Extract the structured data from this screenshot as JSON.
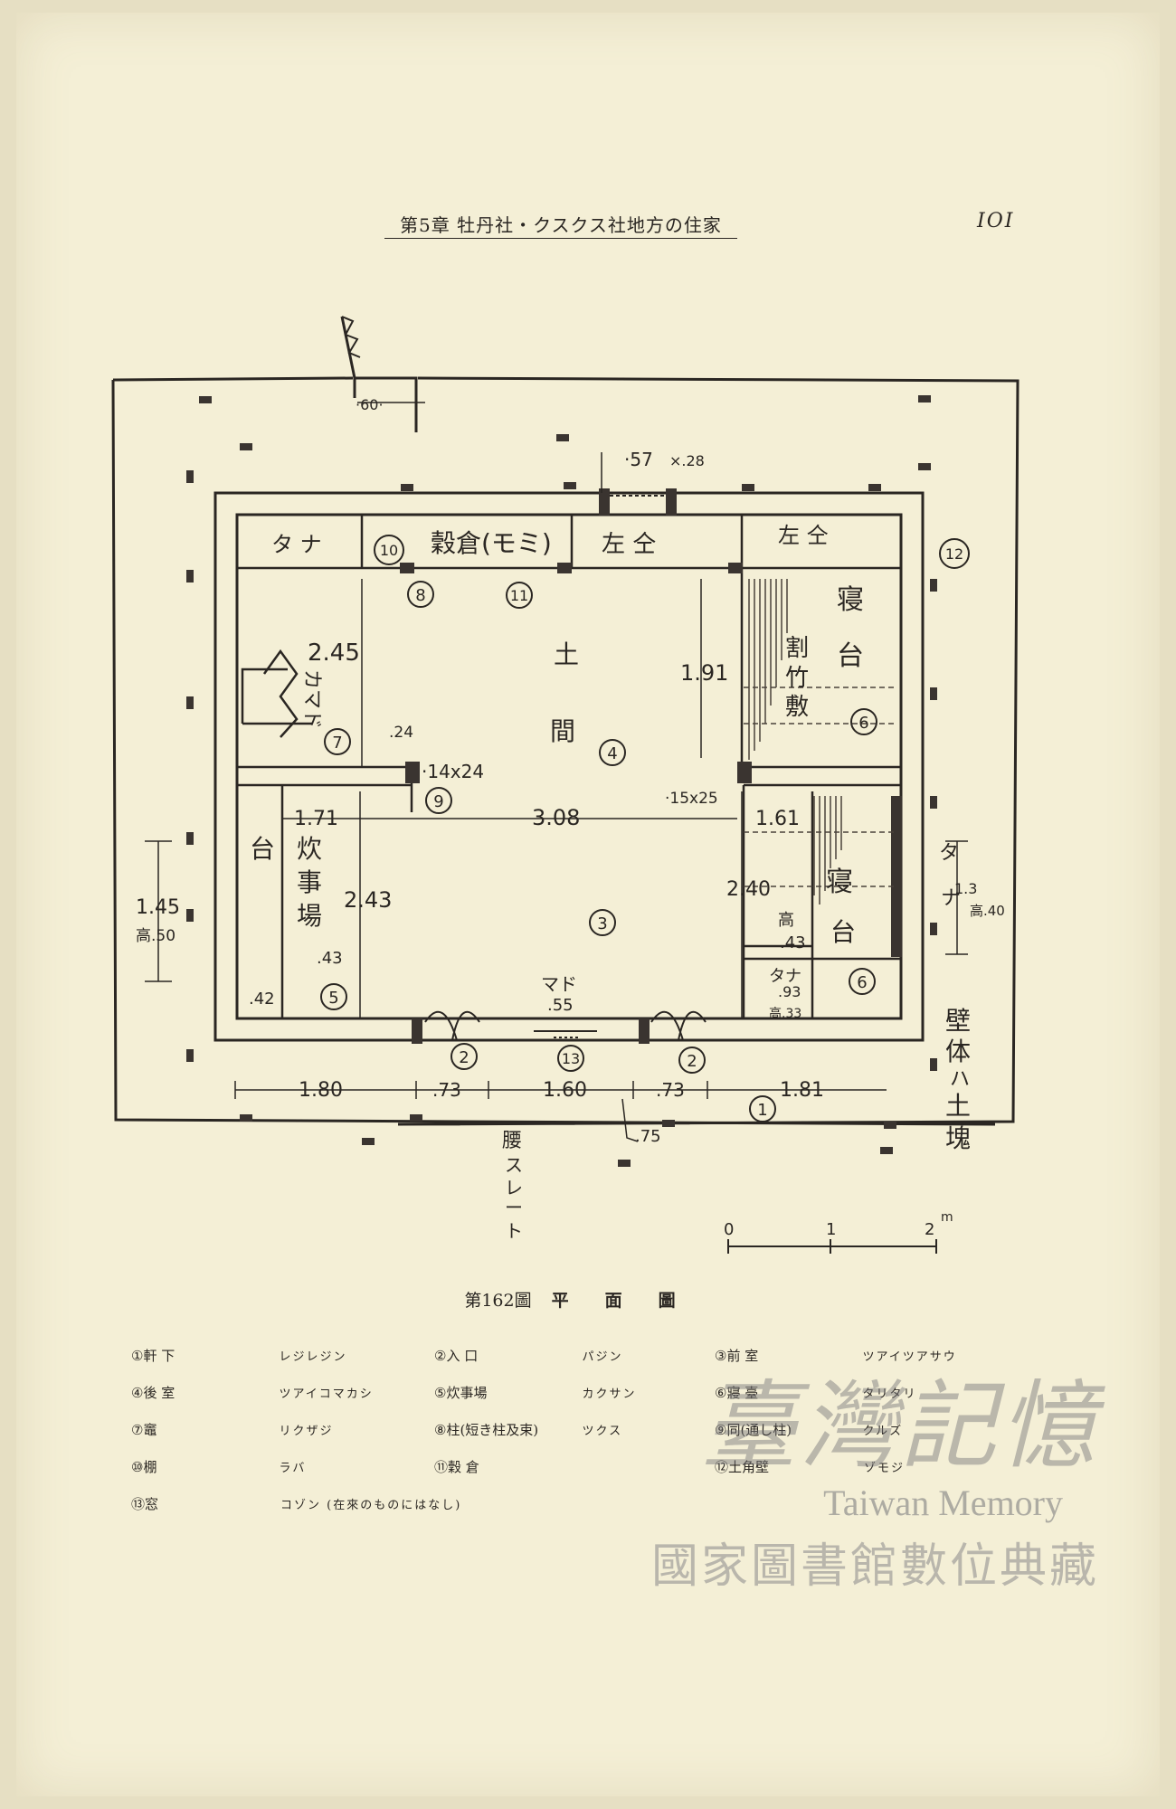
{
  "header": {
    "running_head": "第5章 牡丹社・クスクス社地方の住家",
    "page_number": "IOI"
  },
  "plan": {
    "dims": {
      "d60": "·60·",
      "d57": "·57",
      "d28": "×.28",
      "d245": "2.45",
      "d191": "1.91",
      "d24": ".24",
      "d14x24": "·14x24",
      "d15x25": "·15x25",
      "d171": "1.71",
      "d308": "3.08",
      "d161": "1.61",
      "d243": "2.43",
      "d240": "2.40",
      "d145": "1.45",
      "h50": "高.50",
      "d43": ".43",
      "d42": ".42",
      "d55": ".55",
      "h43a": "高",
      "h43b": ".43",
      "d93": ".93",
      "h33": "高.33",
      "d13": "1.3",
      "h40": "高.40",
      "b180": "1.80",
      "b73a": ".73",
      "b160": "1.60",
      "b73b": ".73",
      "b181": "1.81",
      "b75": ".75"
    },
    "labels": {
      "tana_top": "タ ナ",
      "kokusou": "穀倉(モミ)",
      "sa_a": "左 仝",
      "sa_b": "左 仝",
      "shin_1": "寝",
      "wari_1": "割",
      "take_1": "竹",
      "shiki_1": "敷",
      "dai_1": "台",
      "do": "土",
      "ma": "間",
      "kamado": "カマド",
      "dai_left": "台",
      "sui_1": "炊",
      "sui_2": "事",
      "sui_3": "場",
      "shin_2": "寝",
      "dai_2": "台",
      "tana_low": "タナ",
      "mado_bottom": "マド",
      "tana_right_1": "タ",
      "tana_right_2": "ナ",
      "wall_1": "壁",
      "wall_2": "体",
      "wall_3": "ハ",
      "wall_4": "土",
      "wall_5": "塊",
      "koshi_1": "腰",
      "koshi_2": "ス",
      "koshi_3": "レ",
      "koshi_4": "ー",
      "koshi_5": "ト"
    },
    "markers": {
      "m1": "1",
      "m2a": "2",
      "m2b": "2",
      "m3": "3",
      "m4": "4",
      "m5": "5",
      "m6a": "6",
      "m6b": "6",
      "m7": "7",
      "m8": "8",
      "m9": "9",
      "m10": "10",
      "m11": "11",
      "m12": "12",
      "m13": "13"
    },
    "scale": {
      "s0": "0",
      "s1": "1",
      "s2": "2",
      "unit": "m"
    }
  },
  "caption": {
    "fig_no": "第162圖",
    "title": "平面圖"
  },
  "legend": [
    {
      "num": "①",
      "name": "軒 下",
      "reading": "レジレジン"
    },
    {
      "num": "②",
      "name": "入 口",
      "reading": "パジン"
    },
    {
      "num": "③",
      "name": "前 室",
      "reading": "ツアイツアサウ"
    },
    {
      "num": "④",
      "name": "後 室",
      "reading": "ツアイコマカシ"
    },
    {
      "num": "⑤",
      "name": "炊事場",
      "reading": "カクサン"
    },
    {
      "num": "⑥",
      "name": "寢 臺",
      "reading": "タリタリ"
    },
    {
      "num": "⑦",
      "name": "竈",
      "reading": "リクザジ"
    },
    {
      "num": "⑧",
      "name": "柱(短き柱及束)",
      "reading": "ツクス"
    },
    {
      "num": "⑨",
      "name": "同(通し柱)",
      "reading": "クルズ"
    },
    {
      "num": "⑩",
      "name": "棚",
      "reading": "ラバ"
    },
    {
      "num": "⑪",
      "name": "穀 倉",
      "reading": ""
    },
    {
      "num": "⑫",
      "name": "土角壁",
      "reading": "ゾモジ"
    },
    {
      "num": "⑬",
      "name": "窓",
      "reading": "コゾン (在來のものにはなし)"
    }
  ],
  "watermark": {
    "line1": "臺灣記憶",
    "line2": "Taiwan Memory",
    "line3": "國家圖書館數位典藏"
  }
}
